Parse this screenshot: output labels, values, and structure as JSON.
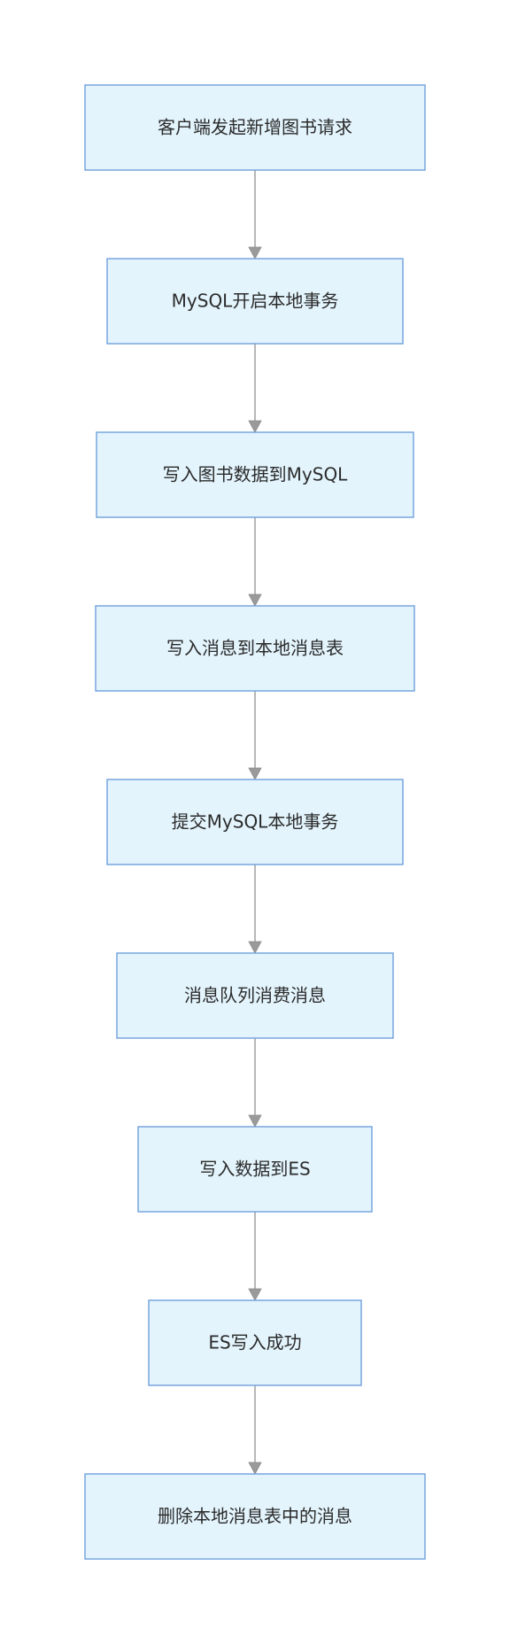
{
  "flowchart": {
    "direction": "top-to-bottom",
    "colors": {
      "node_fill": "#e3f4fc",
      "node_border": "#6fa0dc",
      "edge": "#9a9a9a",
      "text": "#2b2b2b"
    },
    "steps": [
      {
        "id": "client-request",
        "label": "客户端发起新增图书请求"
      },
      {
        "id": "mysql-begin",
        "label": "MySQL开启本地事务"
      },
      {
        "id": "write-book-mysql",
        "label": "写入图书数据到MySQL"
      },
      {
        "id": "write-local-msg",
        "label": "写入消息到本地消息表"
      },
      {
        "id": "mysql-commit",
        "label": "提交MySQL本地事务"
      },
      {
        "id": "mq-consume",
        "label": "消息队列消费消息"
      },
      {
        "id": "write-es",
        "label": "写入数据到ES"
      },
      {
        "id": "es-success",
        "label": "ES写入成功"
      },
      {
        "id": "delete-local-msg",
        "label": "删除本地消息表中的消息"
      }
    ],
    "edges": [
      {
        "from": "client-request",
        "to": "mysql-begin"
      },
      {
        "from": "mysql-begin",
        "to": "write-book-mysql"
      },
      {
        "from": "write-book-mysql",
        "to": "write-local-msg"
      },
      {
        "from": "write-local-msg",
        "to": "mysql-commit"
      },
      {
        "from": "mysql-commit",
        "to": "mq-consume"
      },
      {
        "from": "mq-consume",
        "to": "write-es"
      },
      {
        "from": "write-es",
        "to": "es-success"
      },
      {
        "from": "es-success",
        "to": "delete-local-msg"
      }
    ]
  }
}
